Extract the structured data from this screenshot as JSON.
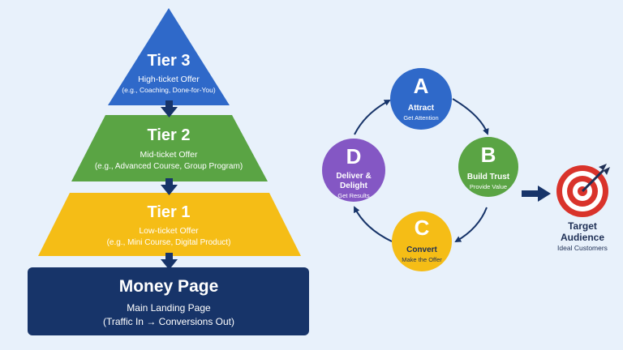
{
  "funnel": {
    "tier3": {
      "title": "Tier 3",
      "line1": "High-ticket Offer",
      "line2": "(e.g., Coaching, Done-for-You)",
      "color": "#2f69c9"
    },
    "tier2": {
      "title": "Tier 2",
      "line1": "Mid-ticket Offer",
      "line2": "(e.g., Advanced Course, Group Program)",
      "color": "#5aa444"
    },
    "tier1": {
      "title": "Tier 1",
      "line1": "Low-ticket Offer",
      "line2": "(e.g., Mini Course, Digital Product)",
      "color": "#f5bd16"
    },
    "money": {
      "title": "Money Page",
      "line1": "Main Landing Page",
      "line2": "(Traffic In → Conversions Out)",
      "color": "#173469"
    },
    "arrow_color": "#173469"
  },
  "cycle": {
    "a": {
      "letter": "A",
      "title": "Attract",
      "subtitle": "Get Attention",
      "color": "#2f69c9"
    },
    "b": {
      "letter": "B",
      "title": "Build Trust",
      "subtitle": "Provide Value",
      "color": "#5aa444"
    },
    "c": {
      "letter": "C",
      "title": "Convert",
      "subtitle": "Make the Offer",
      "color": "#f5bd16"
    },
    "d": {
      "letter": "D",
      "title": "Deliver & Delight",
      "title_line1": "Deliver &",
      "title_line2": "Delight",
      "subtitle": "Get Results",
      "color": "#8457c4"
    },
    "arrow_color": "#173469"
  },
  "target": {
    "line1": "Target",
    "line2": "Audience",
    "subtitle": "Ideal Customers",
    "icon": "bullseye-target-icon",
    "ring_color": "#d9332b"
  }
}
